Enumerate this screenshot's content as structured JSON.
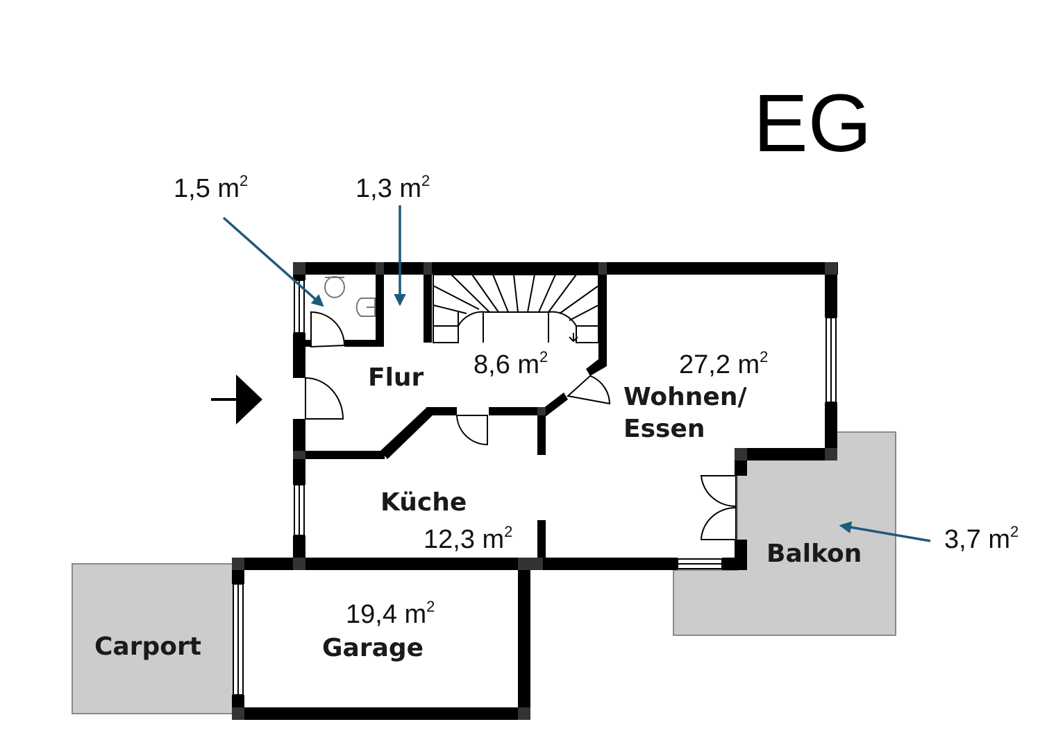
{
  "floor_label": "EG",
  "rooms": {
    "flur": "Flur",
    "wohnen_line1": "Wohnen/",
    "wohnen_line2": "Essen",
    "kueche": "Küche",
    "balkon": "Balkon",
    "carport": "Carport",
    "garage": "Garage"
  },
  "areas": {
    "wc": {
      "value": "1,5 m",
      "exp": "2"
    },
    "abstellraum": {
      "value": "1,3 m",
      "exp": "2"
    },
    "flur": {
      "value": "8,6 m",
      "exp": "2"
    },
    "wohnen": {
      "value": "27,2 m",
      "exp": "2"
    },
    "kueche": {
      "value": "12,3 m",
      "exp": "2"
    },
    "balkon": {
      "value": "3,7 m",
      "exp": "2"
    },
    "garage": {
      "value": "19,4 m",
      "exp": "2"
    }
  },
  "colors": {
    "wall": "#000000",
    "outdoor_fill": "#cccccc",
    "annotation_arrow": "#1e5a7c"
  },
  "icons": {
    "entrance": "entrance-arrow-icon",
    "toilet": "toilet-icon",
    "sink": "sink-icon",
    "stairs": "spiral-stairs-icon"
  }
}
